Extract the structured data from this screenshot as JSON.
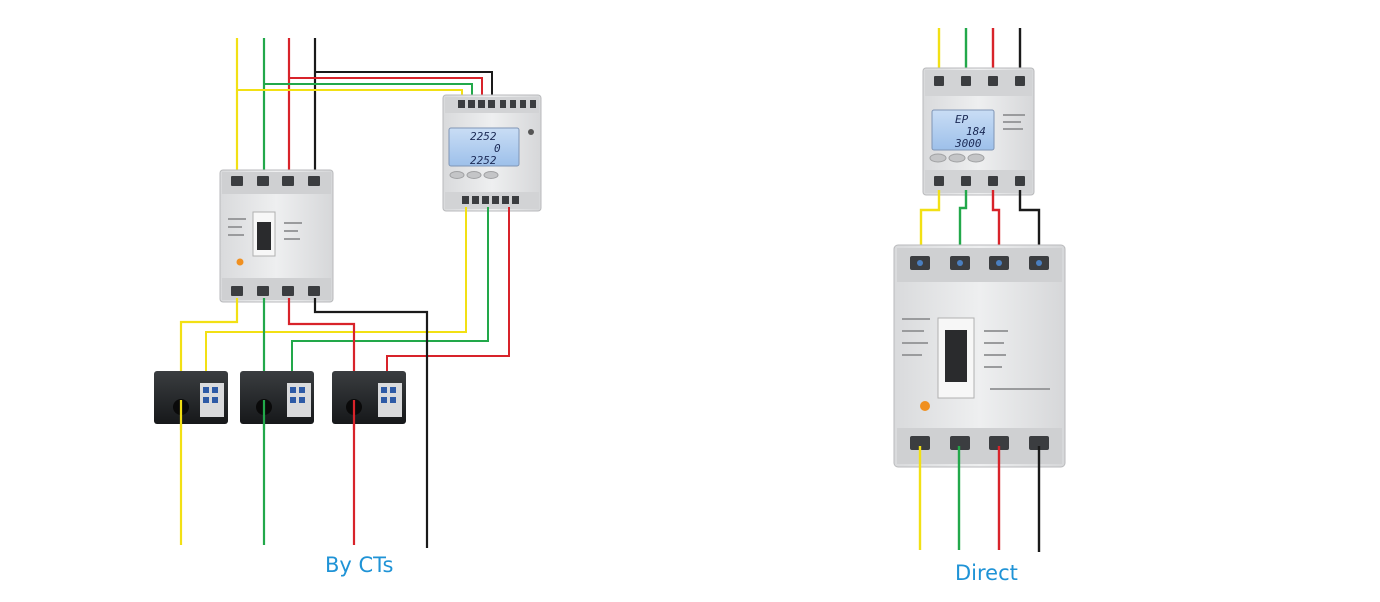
{
  "captions": {
    "by_cts": "By CTs",
    "direct": "Direct"
  },
  "meter_ct": {
    "display_lines": [
      "2252",
      "0",
      "2252"
    ]
  },
  "meter_direct": {
    "display_lines": [
      "EP",
      "184",
      "3000"
    ]
  },
  "wire_colors": {
    "yellow": "#f2e014",
    "green": "#22a84a",
    "red": "#d8232a",
    "black": "#1a1a1a"
  }
}
